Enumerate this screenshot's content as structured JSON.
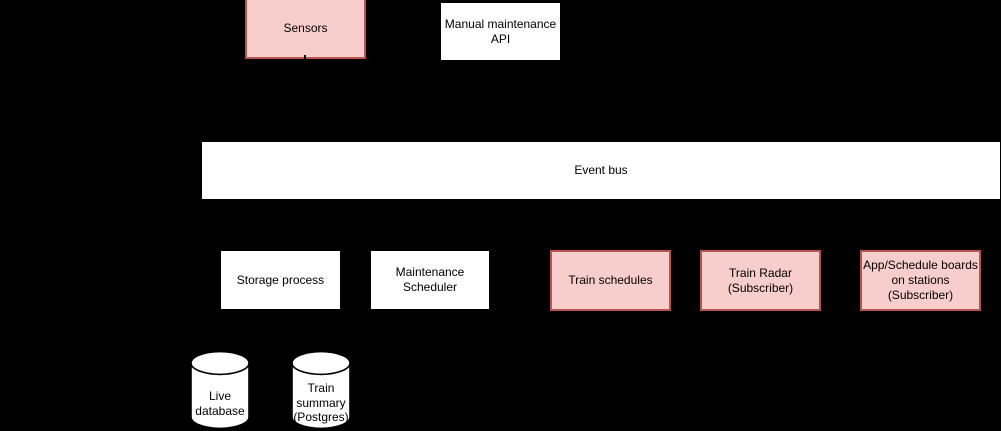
{
  "palette": {
    "background": "#000000",
    "pink_fill": "#f8cecc",
    "pink_stroke": "#b85450",
    "white_fill": "#ffffff",
    "stroke": "#000000",
    "text": "#000000"
  },
  "nodes": {
    "sensors": {
      "lines": [
        "Sensors"
      ]
    },
    "manual_api": {
      "lines": [
        "Manual maintenance",
        "API"
      ]
    },
    "event_bus": {
      "lines": [
        "Event bus"
      ]
    },
    "storage_process": {
      "lines": [
        "Storage process"
      ]
    },
    "maintenance_scheduler": {
      "lines": [
        "Maintenance",
        "Scheduler"
      ]
    },
    "train_schedules": {
      "lines": [
        "Train schedules"
      ]
    },
    "train_radar": {
      "lines": [
        "Train Radar",
        "(Subscriber)"
      ]
    },
    "app_schedule_boards": {
      "lines": [
        "App/Schedule boards",
        "on stations",
        "(Subscriber)"
      ]
    },
    "live_database": {
      "lines": [
        "Live",
        "database"
      ]
    },
    "train_summary": {
      "lines": [
        "Train",
        "summary",
        "(Postgres)"
      ]
    }
  }
}
